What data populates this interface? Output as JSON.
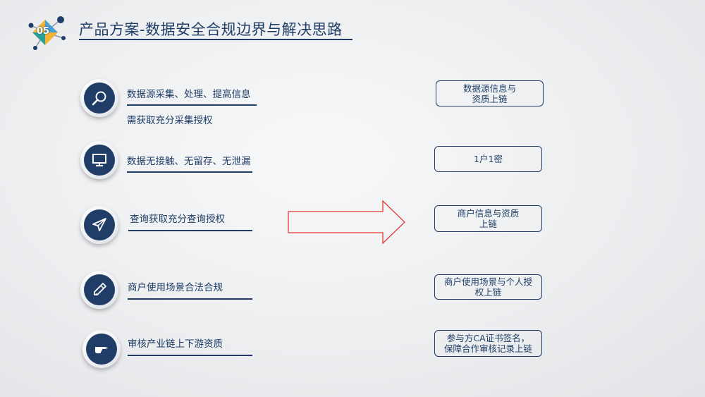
{
  "header": {
    "badge_number": "05",
    "title": "产品方案-数据安全合规边界与解决思路"
  },
  "rows": [
    {
      "icon": "search-icon",
      "text": "数据源采集、处理、提高信息",
      "text2": "需获取充分采集授权"
    },
    {
      "icon": "monitor-icon",
      "text": "数据无接触、无留存、无泄漏"
    },
    {
      "icon": "paper-plane-icon",
      "text": "查询获取充分查询授权"
    },
    {
      "icon": "pencil-icon",
      "text": "商户使用场景合法合规"
    },
    {
      "icon": "pointing-hand-icon",
      "text": "审核产业链上下游资质"
    }
  ],
  "boxes": [
    {
      "line1": "数据源信息与",
      "line2": "资质上链"
    },
    {
      "line1": "1户1密",
      "line2": ""
    },
    {
      "line1": "商户信息与资质",
      "line2": "上链"
    },
    {
      "line1": "商户使用场景与个人授",
      "line2": "权上链"
    },
    {
      "line1": "参与方CA证书签名，",
      "line2": "保障合作审核记录上链"
    }
  ],
  "colors": {
    "primary": "#1f3d66",
    "arrow": "#e53935"
  }
}
